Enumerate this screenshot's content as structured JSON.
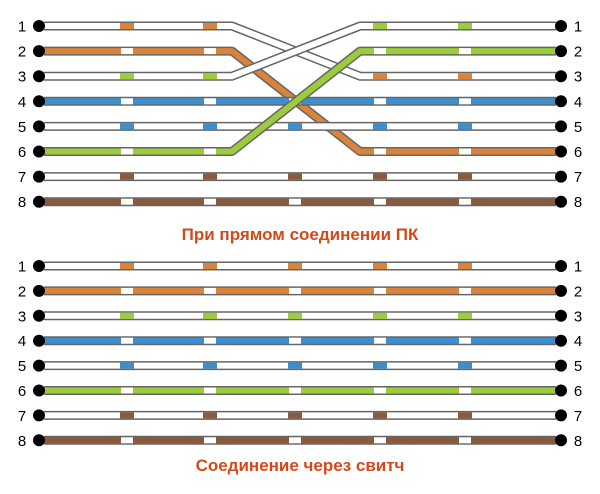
{
  "colors": {
    "orange": "#d9833b",
    "green": "#9ccb3b",
    "blue": "#3b8fd0",
    "brown": "#8b5a3c",
    "white": "#ffffff",
    "outline": "#666666",
    "pin": "#000000",
    "caption": "#d24a1a"
  },
  "top_block": {
    "caption": "При прямом соединении ПК",
    "pins_left": [
      "1",
      "2",
      "3",
      "4",
      "5",
      "6",
      "7",
      "8"
    ],
    "pins_right": [
      "1",
      "2",
      "3",
      "4",
      "5",
      "6",
      "7",
      "8"
    ],
    "wires": [
      {
        "left_pin": 1,
        "right_pin": 3,
        "color": "orange",
        "striped": true
      },
      {
        "left_pin": 2,
        "right_pin": 6,
        "color": "orange",
        "striped": false
      },
      {
        "left_pin": 3,
        "right_pin": 1,
        "color": "green",
        "striped": true
      },
      {
        "left_pin": 4,
        "right_pin": 4,
        "color": "blue",
        "striped": false
      },
      {
        "left_pin": 5,
        "right_pin": 5,
        "color": "blue",
        "striped": true
      },
      {
        "left_pin": 6,
        "right_pin": 2,
        "color": "green",
        "striped": false
      },
      {
        "left_pin": 7,
        "right_pin": 7,
        "color": "brown",
        "striped": true
      },
      {
        "left_pin": 8,
        "right_pin": 8,
        "color": "brown",
        "striped": false
      }
    ]
  },
  "bottom_block": {
    "caption": "Соединение через свитч",
    "pins_left": [
      "1",
      "2",
      "3",
      "4",
      "5",
      "6",
      "7",
      "8"
    ],
    "pins_right": [
      "1",
      "2",
      "3",
      "4",
      "5",
      "6",
      "7",
      "8"
    ],
    "wires": [
      {
        "left_pin": 1,
        "right_pin": 1,
        "color": "orange",
        "striped": true
      },
      {
        "left_pin": 2,
        "right_pin": 2,
        "color": "orange",
        "striped": false
      },
      {
        "left_pin": 3,
        "right_pin": 3,
        "color": "green",
        "striped": true
      },
      {
        "left_pin": 4,
        "right_pin": 4,
        "color": "blue",
        "striped": false
      },
      {
        "left_pin": 5,
        "right_pin": 5,
        "color": "blue",
        "striped": true
      },
      {
        "left_pin": 6,
        "right_pin": 6,
        "color": "green",
        "striped": false
      },
      {
        "left_pin": 7,
        "right_pin": 7,
        "color": "brown",
        "striped": true
      },
      {
        "left_pin": 8,
        "right_pin": 8,
        "color": "brown",
        "striped": false
      }
    ]
  }
}
